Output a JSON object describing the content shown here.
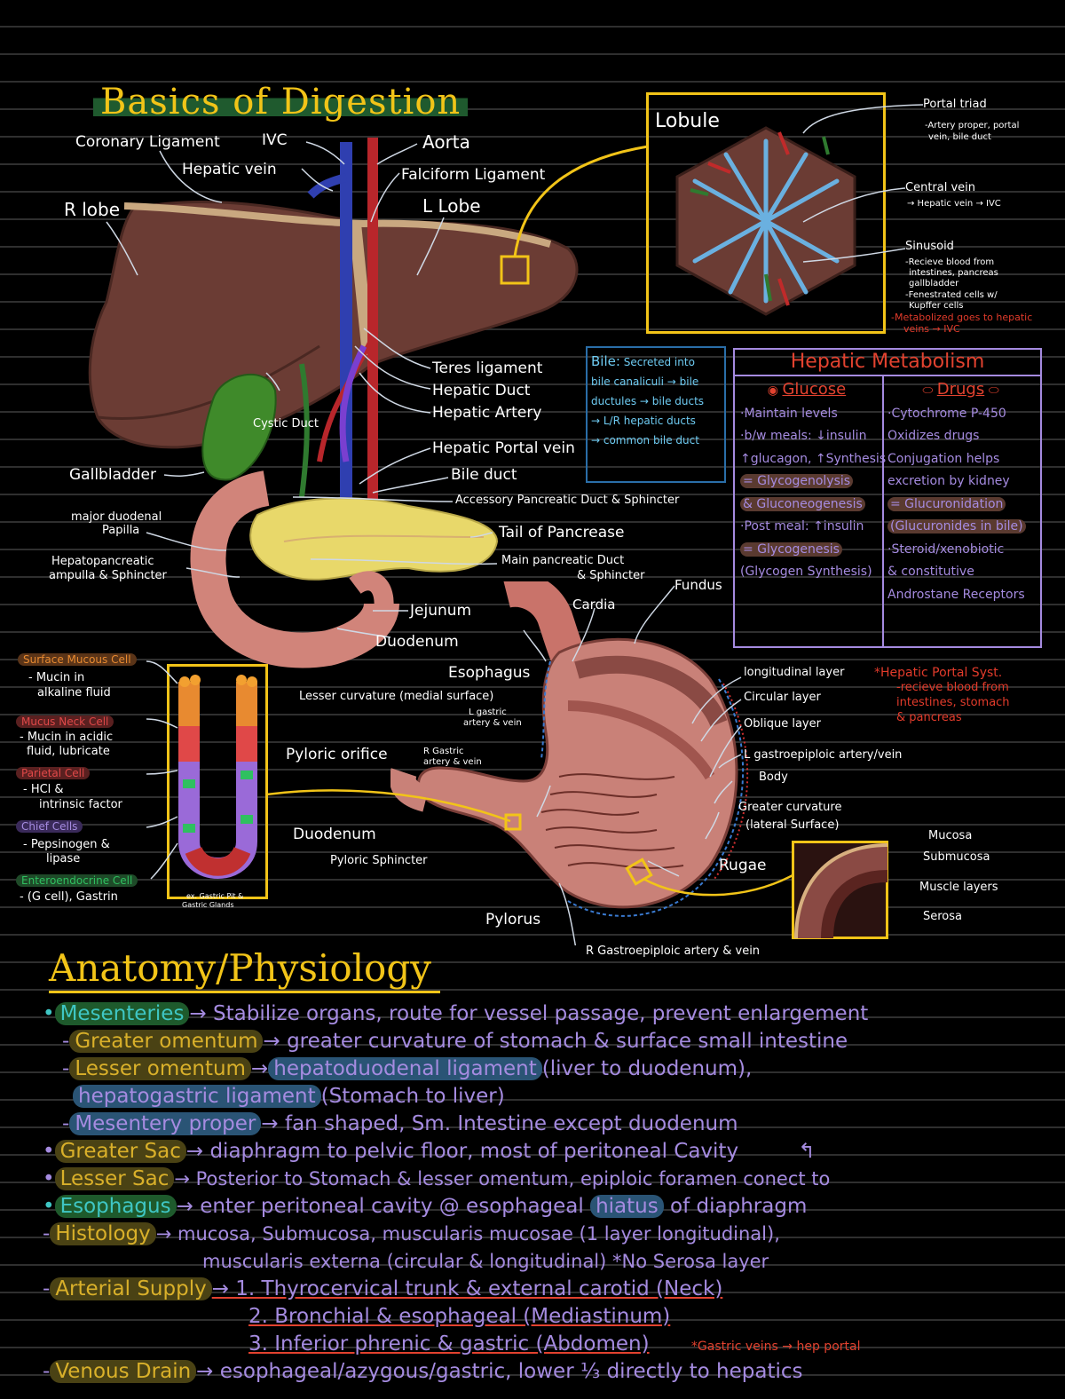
{
  "title": "Basics of Digestion",
  "liver_labels": {
    "coronary_ligament": "Coronary Ligament",
    "ivc": "IVC",
    "aorta": "Aorta",
    "hepatic_vein": "Hepatic vein",
    "falciform_ligament": "Falciform Ligament",
    "r_lobe": "R lobe",
    "l_lobe": "L Lobe",
    "teres_ligament": "Teres ligament",
    "hepatic_duct": "Hepatic Duct",
    "hepatic_artery": "Hepatic Artery",
    "hepatic_portal_vein": "Hepatic Portal vein",
    "bile_duct": "Bile duct",
    "cystic_duct": "Cystic Duct",
    "gallbladder": "Gallbladder",
    "accessory_pancreatic": "Accessory Pancreatic Duct & Sphincter",
    "tail_of_pancreas": "Tail of Pancrease",
    "main_pancreatic": "Main pancreatic Duct",
    "main_pancreatic_2": "& Sphincter",
    "major_duodenal": "major duodenal",
    "papilla": "Papilla",
    "hepatopancreatic": "Hepatopancreatic",
    "ampulla": "ampulla & Sphincter",
    "jejunum": "Jejunum",
    "duodenum": "Duodenum"
  },
  "lobule": {
    "title": "Lobule",
    "portal_triad": "Portal triad",
    "portal_triad_desc_1": "-Artery proper, portal",
    "portal_triad_desc_2": "vein, bile duct",
    "central_vein": "Central vein",
    "central_vein_desc": "→ Hepatic vein → IVC",
    "sinusoid": "Sinusoid",
    "sinusoid_desc_1": "-Recieve blood from",
    "sinusoid_desc_2": "intestines, pancreas",
    "sinusoid_desc_3": "gallbladder",
    "sinusoid_desc_4": "-Fenestrated cells w/",
    "sinusoid_desc_5": "Kupffer cells",
    "sinusoid_red_1": "-Metabolized goes to hepatic",
    "sinusoid_red_2": "veins → IVC"
  },
  "bile": {
    "title": "Bile:",
    "lines": [
      "Secreted into",
      "bile canaliculi → bile",
      "ductules → bile ducts",
      "→ L/R hepatic ducts",
      "→ common bile duct"
    ]
  },
  "hepatic_metabolism": {
    "title": "Hepatic Metabolism",
    "glucose_head": "Glucose",
    "drugs_head": "Drugs",
    "glucose_lines": [
      "·Maintain levels",
      "·b/w meals: ↓insulin",
      "↑glucagon, ↑Synthesis",
      "= Glycogenolysis",
      "& Gluconeogenesis",
      "·Post meal: ↑insulin",
      "= Glycogenesis",
      "(Glycogen Synthesis)"
    ],
    "drugs_lines": [
      "·Cytochrome P-450",
      "Oxidizes drugs",
      "Conjugation helps",
      "excretion by kidney",
      "= Glucuronidation",
      "(Glucuronides in bile)",
      "·Steroid/xenobiotic",
      "& constitutive",
      "Androstane Receptors"
    ]
  },
  "portal_note": {
    "l1": "*Hepatic Portal Syst.",
    "l2": "-recieve blood from",
    "l3": "intestines, stomach",
    "l4": "& pancreas"
  },
  "stomach_labels": {
    "fundus": "Fundus",
    "cardia": "Cardia",
    "esophagus": "Esophagus",
    "lesser_curvature": "Lesser curvature (medial surface)",
    "l_gastric_1": "L gastric",
    "l_gastric_2": "artery & vein",
    "pyloric_orifice": "Pyloric orifice",
    "r_gastric_1": "R Gastric",
    "r_gastric_2": "artery & vein",
    "longitudinal": "longitudinal layer",
    "circular": "Circular layer",
    "oblique": "Oblique layer",
    "l_gastroepiploic": "L gastroepiploic artery/vein",
    "body": "Body",
    "greater_curvature": "Greater curvature",
    "lateral_surface": "(lateral Surface)",
    "duodenum": "Duodenum",
    "pyloric_sphincter": "Pyloric Sphincter",
    "rugae": "Rugae",
    "pylorus": "Pylorus",
    "r_gastroepiploic": "R Gastroepiploic artery & vein",
    "mucosa": "Mucosa",
    "submucosa": "Submucosa",
    "muscle_layers": "Muscle layers",
    "serosa": "Serosa"
  },
  "gastric_cells": {
    "surface_mucous": "Surface Mucous Cell",
    "surface_desc_1": "- Mucin in",
    "surface_desc_2": "alkaline fluid",
    "mucus_neck": "Mucus Neck Cell",
    "neck_desc_1": "- Mucin in acidic",
    "neck_desc_2": "fluid, lubricate",
    "parietal": "Parietal Cell",
    "parietal_desc_1": "- HCl &",
    "parietal_desc_2": "intrinsic factor",
    "chief": "Chief Cells",
    "chief_desc_1": "- Pepsinogen &",
    "chief_desc_2": "lipase",
    "enteroendocrine": "Enteroendocrine Cell",
    "entero_desc": "- (G cell), Gastrin",
    "gland_caption_1": "ex. Gastric Pit &",
    "gland_caption_2": "Gastric Glands"
  },
  "anatomy": {
    "title": "Anatomy/Physiology",
    "mesenteries": "Mesenteries",
    "mesenteries_text": "→ Stabilize organs, route for vessel passage, prevent enlargement",
    "greater_omentum": "Greater omentum",
    "greater_omentum_text": "→ greater curvature of stomach & surface small intestine",
    "lesser_omentum": "Lesser omentum",
    "lesser_arrow": "→",
    "hepatoduodenal": "hepatoduodenal ligament",
    "hepatoduodenal_text": "(liver to duodenum),",
    "hepatogastric": "hepatogastric ligament",
    "hepatogastric_text": "(Stomach to liver)",
    "mesentery_proper": "Mesentery proper",
    "mesentery_proper_text": "→ fan shaped, Sm. Intestine except duodenum",
    "greater_sac": "Greater Sac",
    "greater_sac_text": "→ diaphragm to pelvic floor, most of peritoneal Cavity",
    "lesser_sac": "Lesser Sac",
    "lesser_sac_text": "→ Posterior to Stomach & lesser omentum, epiploic foramen conect to",
    "esophagus": "Esophagus",
    "esophagus_text_1": "→ enter peritoneal cavity @ esophageal",
    "hiatus": "hiatus",
    "esophagus_text_2": "of diaphragm",
    "histology": "Histology",
    "histology_text": "→ mucosa, Submucosa, muscularis mucosae (1 layer longitudinal),",
    "histology_text_2": "muscularis externa (circular & longitudinal) *No Serosa layer",
    "arterial_supply": "Arterial Supply",
    "arterial_1": "→ 1. Thyrocervical trunk & external carotid (Neck)",
    "arterial_2": "2. Bronchial & esophageal (Mediastinum)",
    "arterial_3": "3. Inferior phrenic & gastric (Abdomen)",
    "gastric_veins": "*Gastric veins → hep portal",
    "venous_drain": "Venous Drain",
    "venous_text": "→ esophageal/azygous/gastric, lower ⅓ directly to hepatics"
  },
  "colors": {
    "title_yellow": "#f2c418",
    "purple": "#a58be0",
    "cyan": "#3fc6c4",
    "red": "#e2422f",
    "liver": "#6b3c34",
    "stomach": "#c98178"
  }
}
